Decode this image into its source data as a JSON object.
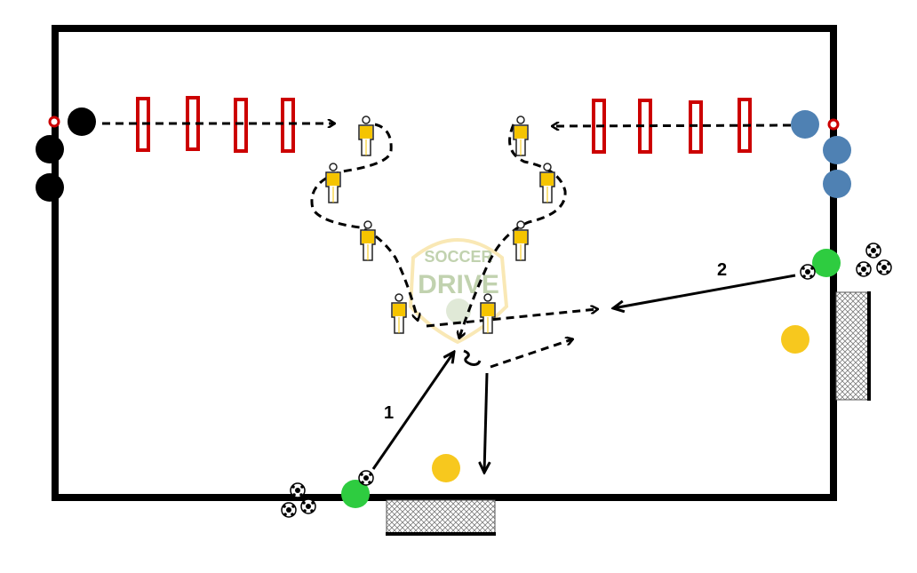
{
  "drill": {
    "labels": {
      "pass_1": "1",
      "pass_2": "2"
    },
    "logo": {
      "line1": "SOCCER",
      "line2": "DRIVE"
    },
    "colors": {
      "field_line": "#000000",
      "team_black": "#000000",
      "team_blue": "#4f81b3",
      "server_green": "#2ecc40",
      "keeper_yellow": "#f7c81e",
      "hurdle_red": "#cc0000",
      "mannequin_yellow": "#f5c400"
    }
  }
}
